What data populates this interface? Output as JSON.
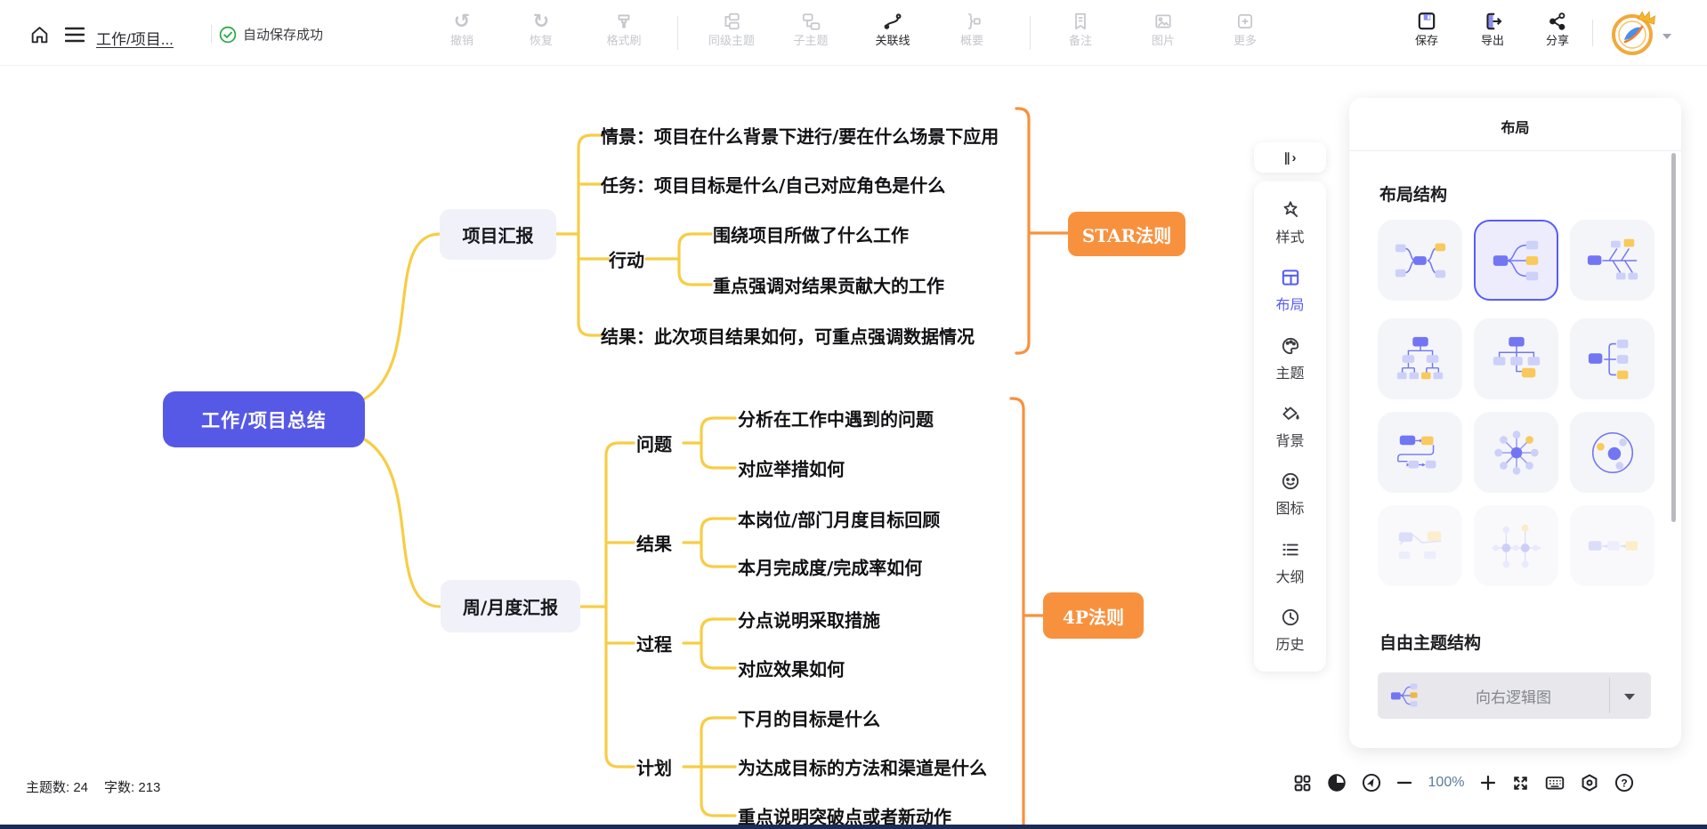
{
  "header": {
    "title": "工作/项目...",
    "autosave": "自动保存成功",
    "tools": [
      {
        "label": "撤销",
        "enabled": false
      },
      {
        "label": "恢复",
        "enabled": false
      },
      {
        "label": "格式刷",
        "enabled": false
      },
      {
        "label": "同级主题",
        "enabled": false
      },
      {
        "label": "子主题",
        "enabled": false
      },
      {
        "label": "关联线",
        "enabled": true
      },
      {
        "label": "概要",
        "enabled": false
      },
      {
        "label": "备注",
        "enabled": false
      },
      {
        "label": "图片",
        "enabled": false
      },
      {
        "label": "更多",
        "enabled": false
      }
    ],
    "actions": {
      "save": "保存",
      "export": "导出",
      "share": "分享"
    }
  },
  "mindmap": {
    "root": "工作/项目总结",
    "branch1": {
      "node": "项目汇报",
      "t1": "情景：项目在什么背景下进行/要在什么场景下应用",
      "t2": "任务：项目目标是什么/自己对应角色是什么",
      "t3": "行动",
      "t3c1": "围绕项目所做了什么工作",
      "t3c2": "重点强调对结果贡献大的工作",
      "t4": "结果：此次项目结果如何，可重点强调数据情况",
      "label": "STAR法则"
    },
    "branch2": {
      "node": "周/月度汇报",
      "g1": "问题",
      "g1c1": "分析在工作中遇到的问题",
      "g1c2": "对应举措如何",
      "g2": "结果",
      "g2c1": "本岗位/部门月度目标回顾",
      "g2c2": "本月完成度/完成率如何",
      "g3": "过程",
      "g3c1": "分点说明采取措施",
      "g3c2": "对应效果如何",
      "g4": "计划",
      "g4c1": "下月的目标是什么",
      "g4c2": "为达成目标的方法和渠道是什么",
      "g4c3": "重点说明突破点或者新动作",
      "label": "4P法则"
    }
  },
  "side_toolbar": {
    "items": [
      {
        "label": "样式",
        "icon": "magic-wand-icon"
      },
      {
        "label": "布局",
        "icon": "layout-grid-icon",
        "active": true
      },
      {
        "label": "主题",
        "icon": "palette-icon"
      },
      {
        "label": "背景",
        "icon": "paint-bucket-icon"
      },
      {
        "label": "图标",
        "icon": "smiley-icon"
      },
      {
        "label": "大纲",
        "icon": "outline-list-icon"
      },
      {
        "label": "历史",
        "icon": "history-clock-icon"
      }
    ]
  },
  "layout_panel": {
    "title": "布局",
    "structure_heading": "布局结构",
    "free_heading": "自由主题结构",
    "dropdown_value": "向右逻辑图",
    "thumbnails": [
      {
        "name": "mindmap-both-sides",
        "selected": false
      },
      {
        "name": "logic-right",
        "selected": true
      },
      {
        "name": "fishbone",
        "selected": false
      },
      {
        "name": "org-chart",
        "selected": false
      },
      {
        "name": "tree-chart",
        "selected": false
      },
      {
        "name": "bracket-right",
        "selected": false
      },
      {
        "name": "timeline-snake",
        "selected": false
      },
      {
        "name": "radial-map",
        "selected": false
      },
      {
        "name": "bubble-circle",
        "selected": false
      },
      {
        "name": "timeline-peak",
        "selected": false,
        "faded": true
      },
      {
        "name": "node-link-horizontal",
        "selected": false,
        "faded": true
      },
      {
        "name": "arrow-flow",
        "selected": false,
        "faded": true
      }
    ]
  },
  "status_bar": {
    "topics": "主题数: 24",
    "words": "字数: 213",
    "zoom_level": "100%"
  },
  "colors": {
    "accent": "#585cf6",
    "root_node": "#5659e6",
    "branch_line": "#f7cd46",
    "callout_orange": "#f8913e",
    "autosave_green": "#27a745"
  }
}
